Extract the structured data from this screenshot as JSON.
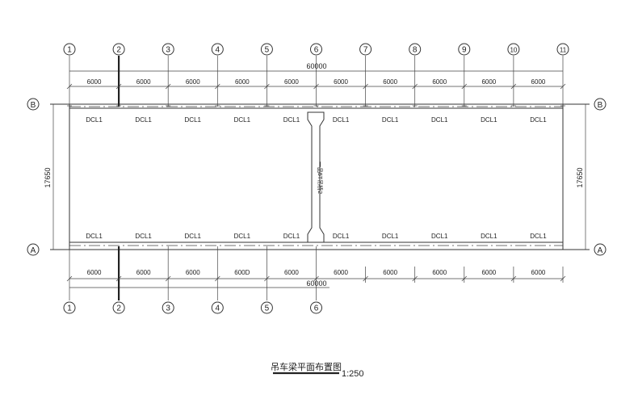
{
  "grid": {
    "top_axes": [
      "1",
      "2",
      "3",
      "4",
      "5",
      "6",
      "7",
      "8",
      "9",
      "10",
      "11"
    ],
    "bottom_axes": [
      "1",
      "2",
      "3",
      "4",
      "5",
      "6"
    ],
    "rows": [
      "B",
      "A"
    ]
  },
  "dimensions": {
    "bay": "6000",
    "bay_bottom_4": "600D",
    "total": "60000",
    "span": "17650"
  },
  "beams": {
    "top": [
      "DCL1",
      "DCL1",
      "DCL1",
      "DCL1",
      "DCL1",
      "DCL1",
      "DCL1",
      "DCL1",
      "DCL1",
      "DCL1"
    ],
    "bottom": [
      "DCL1",
      "DCL1",
      "DCL1",
      "DCL1",
      "DCL1",
      "DCL1",
      "DCL1",
      "DCL1",
      "DCL1",
      "DCL1"
    ],
    "crossing_label": "一品5T吊桥2"
  },
  "title": {
    "text": "吊车梁平面布置图",
    "scale": "1:250"
  }
}
